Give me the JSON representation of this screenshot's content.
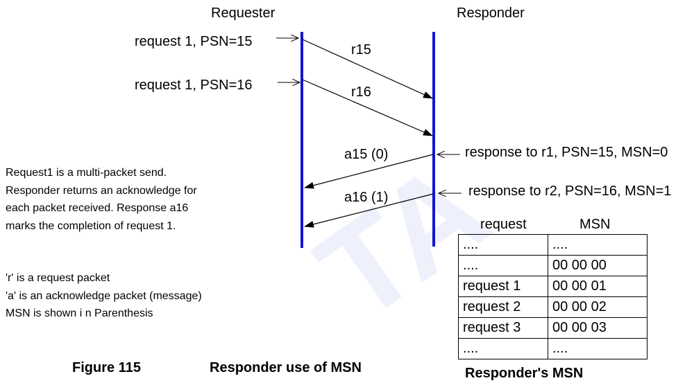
{
  "lanes": {
    "requester": "Requester",
    "responder": "Responder"
  },
  "requests": [
    {
      "label": "request 1, PSN=15",
      "packet": "r15"
    },
    {
      "label": "request 1, PSN=16",
      "packet": "r16"
    }
  ],
  "responses": [
    {
      "label": "response to r1, PSN=15, MSN=0",
      "packet": "a15 (0)"
    },
    {
      "label": "response to r2, PSN=16, MSN=1",
      "packet": "a16 (1)"
    }
  ],
  "description": [
    "Request1 is a multi-packet send.",
    "Responder returns an acknowledge for",
    "each packet received. Response a16",
    "marks the completion of request 1."
  ],
  "legend": [
    "'r' is a request packet",
    "'a' is an acknowledge packet (message)",
    "MSN is shown i n Parenthesis"
  ],
  "msn_table": {
    "headers": [
      "request",
      "MSN"
    ],
    "rows": [
      [
        "....",
        "...."
      ],
      [
        "....",
        "00 00 00"
      ],
      [
        "request 1",
        "00 00 01"
      ],
      [
        "request 2",
        "00 00 02"
      ],
      [
        "request 3",
        "00 00 03"
      ],
      [
        "....",
        "...."
      ]
    ],
    "caption": "Responder's MSN"
  },
  "figure": {
    "number": "Figure 115",
    "title": "Responder use of MSN"
  },
  "watermark": "TA",
  "colors": {
    "lane_line": "#1414d2",
    "watermark": "#eef0fb"
  }
}
